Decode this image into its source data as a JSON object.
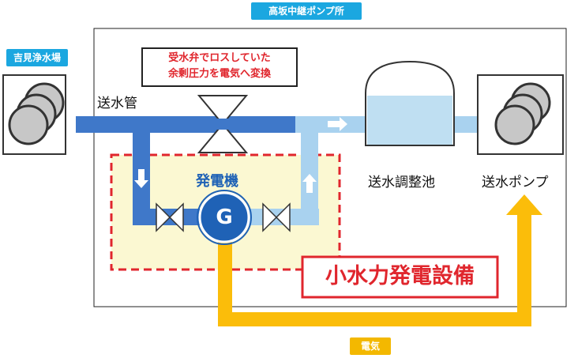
{
  "station_tag": "高坂中継ポンプ所",
  "left_facility_tag": "吉見浄水場",
  "pipe_label": "送水管",
  "note_lines": [
    "受水弁でロスしていた",
    "余剰圧力を電気へ変換"
  ],
  "generator_label": "発電機",
  "generator_symbol": "G",
  "tank_label": "送水調整池",
  "pump_label": "送水ポンプ",
  "facility_label": "小水力発電設備",
  "electricity_tag": "電気",
  "colors": {
    "tag_cyan": "#1ba7e0",
    "tag_orange": "#f3b800",
    "pipe_dark": "#3f78c9",
    "pipe_light": "#a9d2ef",
    "red": "#e0262d",
    "zone_fill": "#fbf8d2",
    "generator_blue": "#1f62b6",
    "arrow_yellow": "#fbbd0a"
  }
}
